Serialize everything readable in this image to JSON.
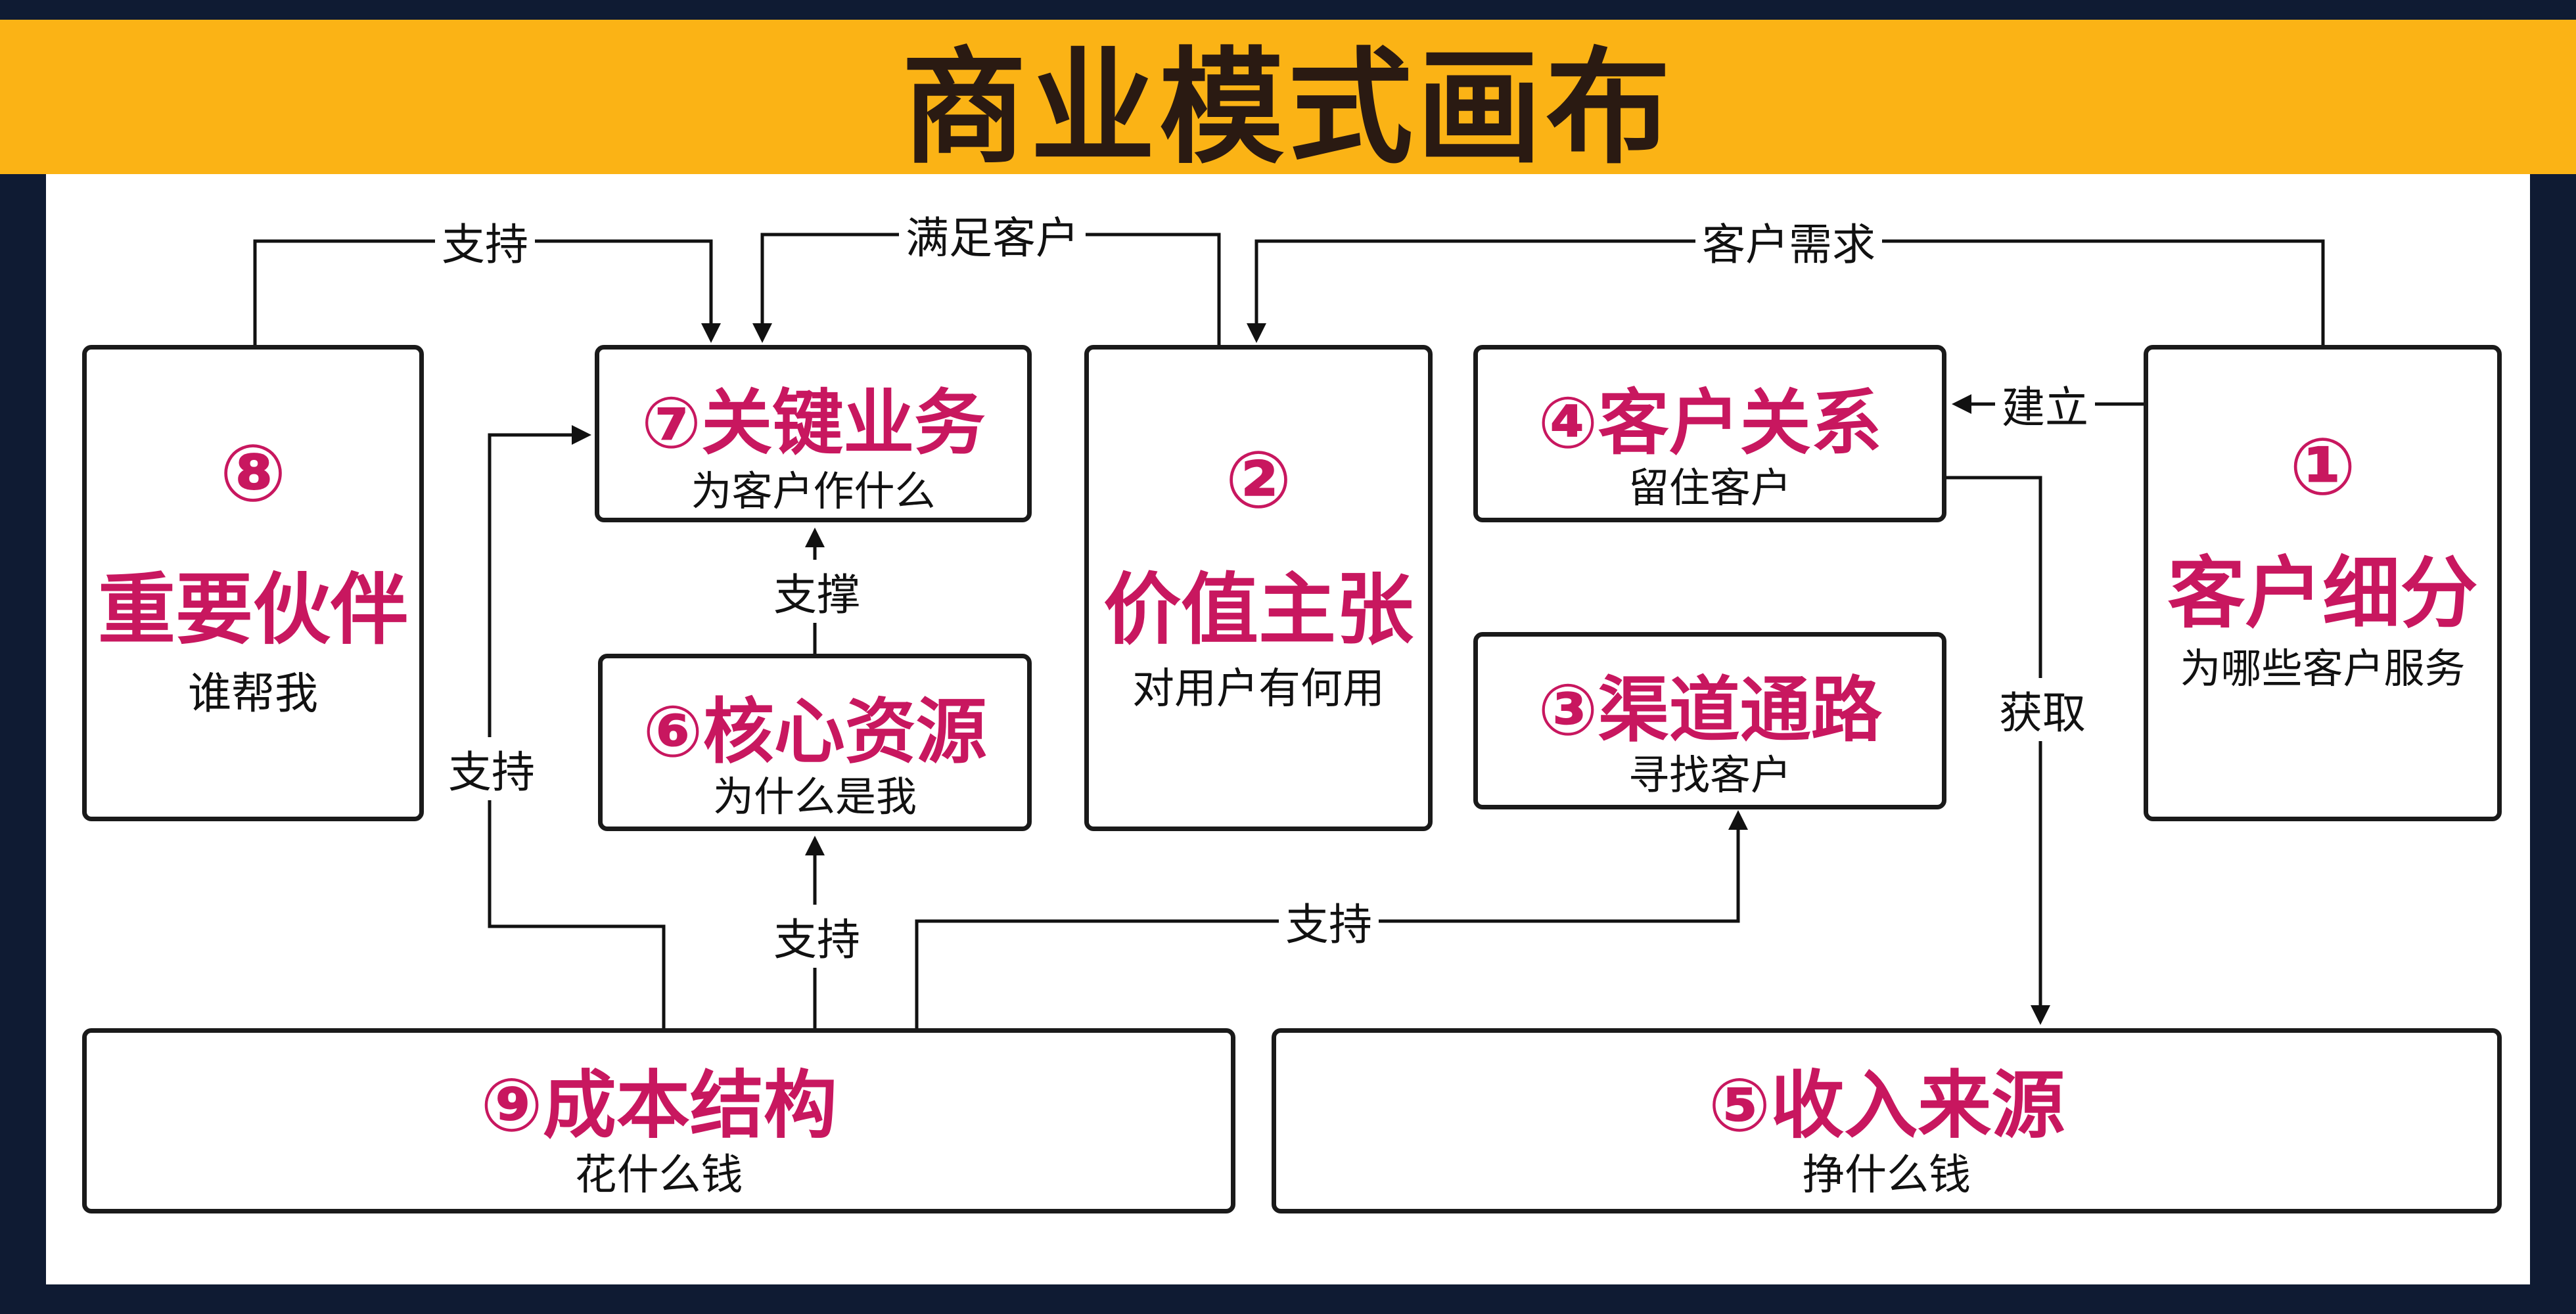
{
  "title": "商业模式画布",
  "blocks": {
    "key_partners": {
      "number": "⑧",
      "title": "重要伙伴",
      "subtitle": "谁帮我"
    },
    "key_activities": {
      "title": "⑦关键业务",
      "subtitle": "为客户作什么"
    },
    "key_resources": {
      "title": "⑥核心资源",
      "subtitle": "为什么是我"
    },
    "value_proposition": {
      "number": "②",
      "title": "价值主张",
      "subtitle": "对用户有何用"
    },
    "customer_relationships": {
      "title": "④客户关系",
      "subtitle": "留住客户"
    },
    "channels": {
      "title": "③渠道通路",
      "subtitle": "寻找客户"
    },
    "customer_segments": {
      "number": "①",
      "title": "客户细分",
      "subtitle": "为哪些客户服务"
    },
    "cost_structure": {
      "title": "⑨成本结构",
      "subtitle": "花什么钱"
    },
    "revenue_streams": {
      "title": "⑤收入来源",
      "subtitle": "挣什么钱"
    }
  },
  "connectors": {
    "partners_to_activities": "支持",
    "value_to_activities": "满足客户",
    "segments_to_value": "客户需求",
    "segments_to_relationships": "建立",
    "resources_to_activities": "支撑",
    "cost_to_activities": "支持",
    "cost_to_resources": "支持",
    "cost_to_channels": "支持",
    "relationships_to_revenue": "获取"
  },
  "colors": {
    "title_band": "#fbb315",
    "accent": "#c8175f",
    "outline": "#1a1a1a",
    "frame": "#0f1b33"
  }
}
